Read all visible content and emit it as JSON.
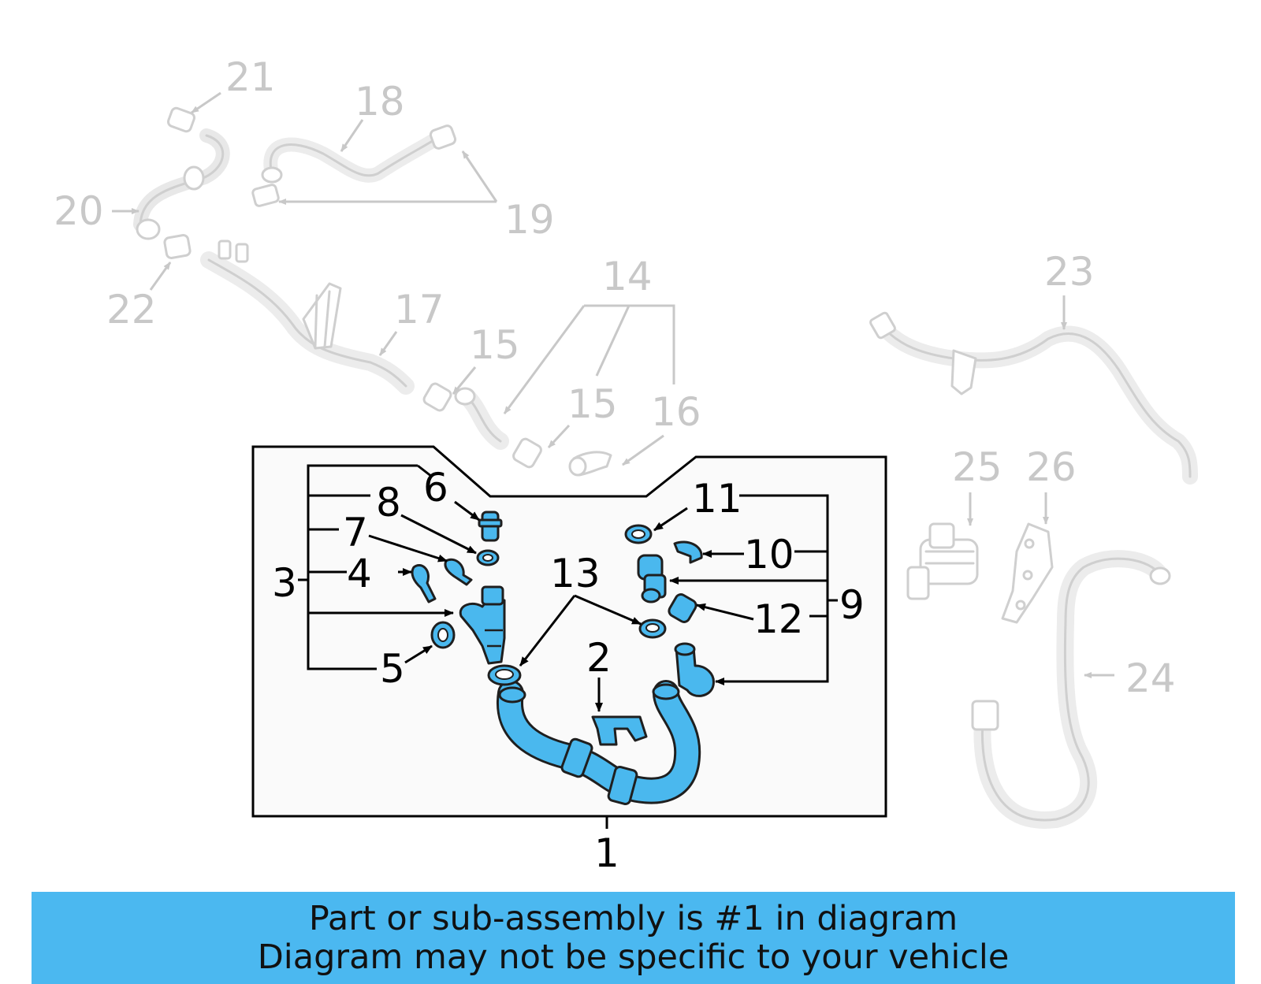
{
  "callouts": {
    "c1": "1",
    "c2": "2",
    "c3": "3",
    "c4": "4",
    "c5": "5",
    "c6": "6",
    "c7": "7",
    "c8": "8",
    "c9": "9",
    "c10": "10",
    "c11": "11",
    "c12": "12",
    "c13": "13",
    "c14": "14",
    "c15a": "15",
    "c15b": "15",
    "c16": "16",
    "c17": "17",
    "c18": "18",
    "c19": "19",
    "c20": "20",
    "c21": "21",
    "c22": "22",
    "c23": "23",
    "c24": "24",
    "c25": "25",
    "c26": "26"
  },
  "banner": {
    "line1": "Part or sub-assembly is #1 in diagram",
    "line2": "Diagram may not be specific to your vehicle",
    "color": "#4bb8f0"
  },
  "colors": {
    "highlight_part": "#4ab8ee",
    "unselected_part": "#cfcfcf"
  }
}
